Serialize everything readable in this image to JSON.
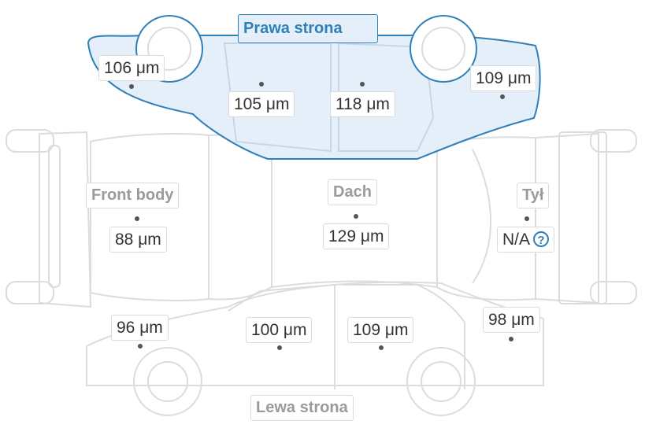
{
  "colors": {
    "active_fill": "#e4eff9",
    "active_stroke": "#2f7fb8",
    "inactive_stroke": "#dcdcdc",
    "text": "#333333",
    "muted_text": "#9a9a9a"
  },
  "sections": {
    "right_side": "Prawa strona",
    "front": "Front body",
    "roof": "Dach",
    "rear": "Tył",
    "left_side": "Lewa strona"
  },
  "readings": {
    "right_front_fender": "106 μm",
    "right_front_door": "105 μm",
    "right_rear_door": "118 μm",
    "right_rear_fender": "109 μm",
    "hood": "88 μm",
    "roof": "129 μm",
    "trunk": "N/A",
    "left_front_fender": "96 μm",
    "left_front_door": "100 μm",
    "left_rear_door": "109 μm",
    "left_rear_fender": "98 μm"
  },
  "icons": {
    "help": "question-mark-icon",
    "help_glyph": "?"
  }
}
